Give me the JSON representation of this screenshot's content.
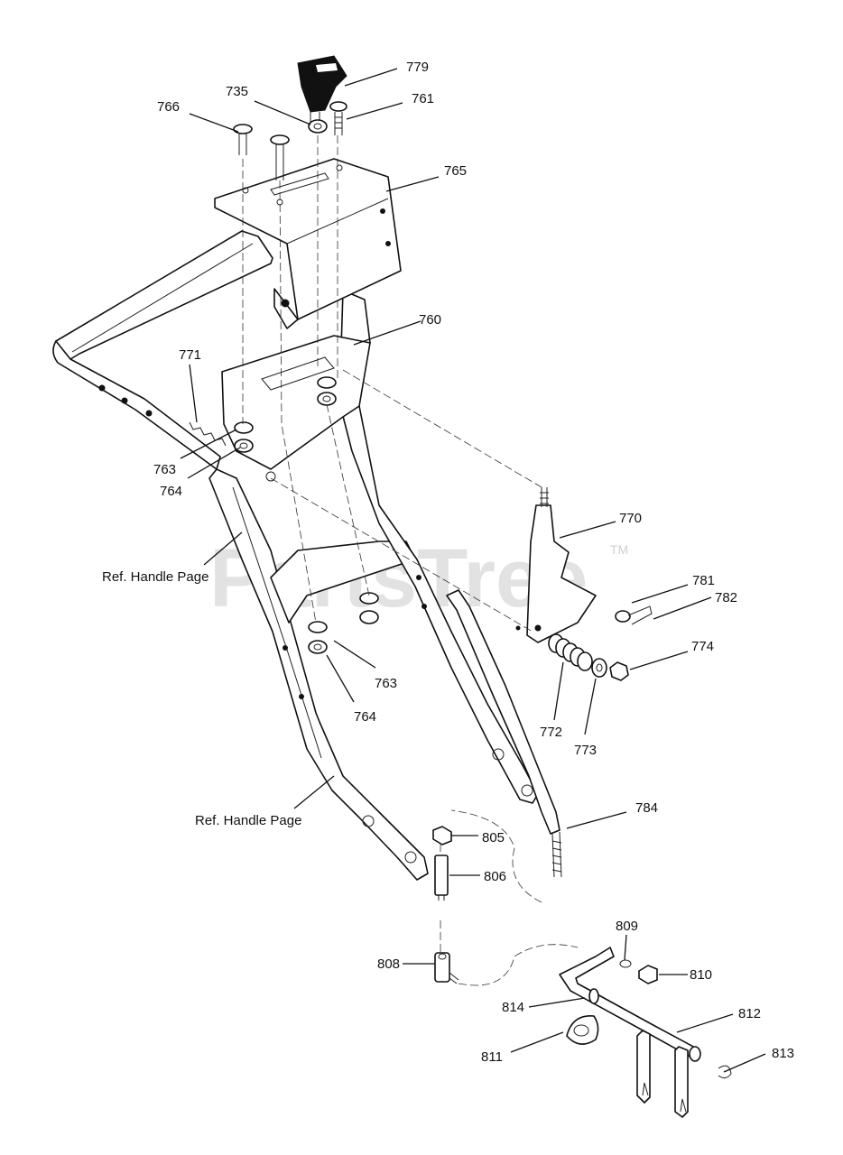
{
  "watermark": {
    "text": "PartsTree",
    "trademark": "TM"
  },
  "callouts": [
    {
      "id": "779",
      "text": "779"
    },
    {
      "id": "735",
      "text": "735"
    },
    {
      "id": "761",
      "text": "761"
    },
    {
      "id": "766",
      "text": "766"
    },
    {
      "id": "765",
      "text": "765"
    },
    {
      "id": "760",
      "text": "760"
    },
    {
      "id": "771",
      "text": "771"
    },
    {
      "id": "763a",
      "text": "763"
    },
    {
      "id": "764a",
      "text": "764"
    },
    {
      "id": "770",
      "text": "770"
    },
    {
      "id": "ref1",
      "text": "Ref. Handle Page"
    },
    {
      "id": "781",
      "text": "781"
    },
    {
      "id": "782",
      "text": "782"
    },
    {
      "id": "774",
      "text": "774"
    },
    {
      "id": "763b",
      "text": "763"
    },
    {
      "id": "764b",
      "text": "764"
    },
    {
      "id": "772",
      "text": "772"
    },
    {
      "id": "773",
      "text": "773"
    },
    {
      "id": "784",
      "text": "784"
    },
    {
      "id": "ref2",
      "text": "Ref. Handle Page"
    },
    {
      "id": "805",
      "text": "805"
    },
    {
      "id": "806",
      "text": "806"
    },
    {
      "id": "809",
      "text": "809"
    },
    {
      "id": "808",
      "text": "808"
    },
    {
      "id": "810",
      "text": "810"
    },
    {
      "id": "814",
      "text": "814"
    },
    {
      "id": "812",
      "text": "812"
    },
    {
      "id": "811",
      "text": "811"
    },
    {
      "id": "813",
      "text": "813"
    }
  ]
}
